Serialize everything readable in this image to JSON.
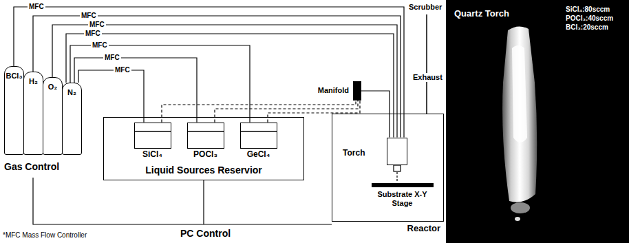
{
  "diagram": {
    "nodes": [
      {
        "text": [
          "BCl₃"
        ]
      },
      {
        "text": [
          "H₂"
        ]
      },
      {
        "text": [
          "O₂"
        ]
      },
      {
        "text": [
          "N₂"
        ]
      },
      {
        "text": [
          "Liquid Sources Reservior"
        ]
      },
      {
        "text": [
          "SiCl₄"
        ],
        "in": 4
      },
      {
        "text": [
          "POCl₃"
        ],
        "in": 4
      },
      {
        "text": [
          "GeCl₄"
        ],
        "in": 4
      },
      {
        "text": [
          "Manifold"
        ]
      },
      {
        "text": [
          "Reactor"
        ]
      },
      {
        "text": [
          "Torch"
        ],
        "in": 9
      },
      {
        "text": [
          "Substrate X-Y Stage"
        ],
        "in": 9
      }
    ],
    "edges": [
      {
        "from": 0,
        "to": 10,
        "label": "MFC",
        "arrow": "none"
      },
      {
        "from": 1,
        "to": 10,
        "label": "MFC",
        "arrow": "none"
      },
      {
        "from": 2,
        "to": 10,
        "label": "MFC",
        "arrow": "none"
      },
      {
        "from": 3,
        "to": 10,
        "label": "MFC",
        "arrow": "none"
      },
      {
        "from": 3,
        "to": 7,
        "label": "MFC",
        "arrow": "none"
      },
      {
        "from": 3,
        "to": 6,
        "label": "MFC",
        "arrow": "none"
      },
      {
        "from": 3,
        "to": 5,
        "label": "MFC",
        "arrow": "none"
      },
      {
        "from": 5,
        "to": 8,
        "arrow": "none"
      },
      {
        "from": 6,
        "to": 8,
        "arrow": "none"
      },
      {
        "from": 7,
        "to": 8,
        "arrow": "none"
      },
      {
        "from": 8,
        "to": 10,
        "arrow": "none"
      }
    ],
    "labels": [
      "Gas Control",
      "Scrubber",
      "Exhaust",
      "PC Control",
      "*MFC Mass Flow Controller",
      "Quartz Torch",
      "SiCl₄:80sccm",
      "POCl₃:40sccm",
      "BCl₃:20sccm"
    ]
  }
}
